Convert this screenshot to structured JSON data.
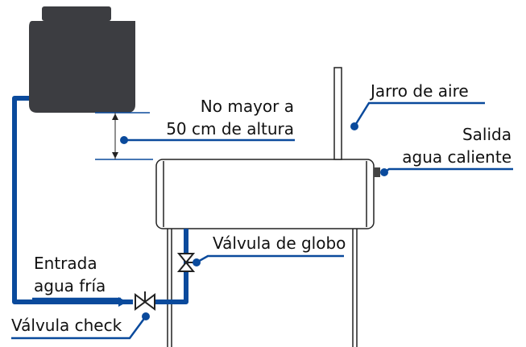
{
  "labels": {
    "max_height_line1": "No mayor a",
    "max_height_line2": "50 cm de altura",
    "air_vent": "Jarro de aire",
    "hot_outlet_line1": "Salida",
    "hot_outlet_line2": "agua caliente",
    "cold_inlet_line1": "Entrada",
    "cold_inlet_line2": "agua fría",
    "globe_valve": "Válvula de globo",
    "check_valve": "Válvula check"
  },
  "colors": {
    "pipe_blue": "#0a4a9c",
    "tank_gray": "#3c3d41",
    "outline": "#222222",
    "text": "#111111"
  }
}
